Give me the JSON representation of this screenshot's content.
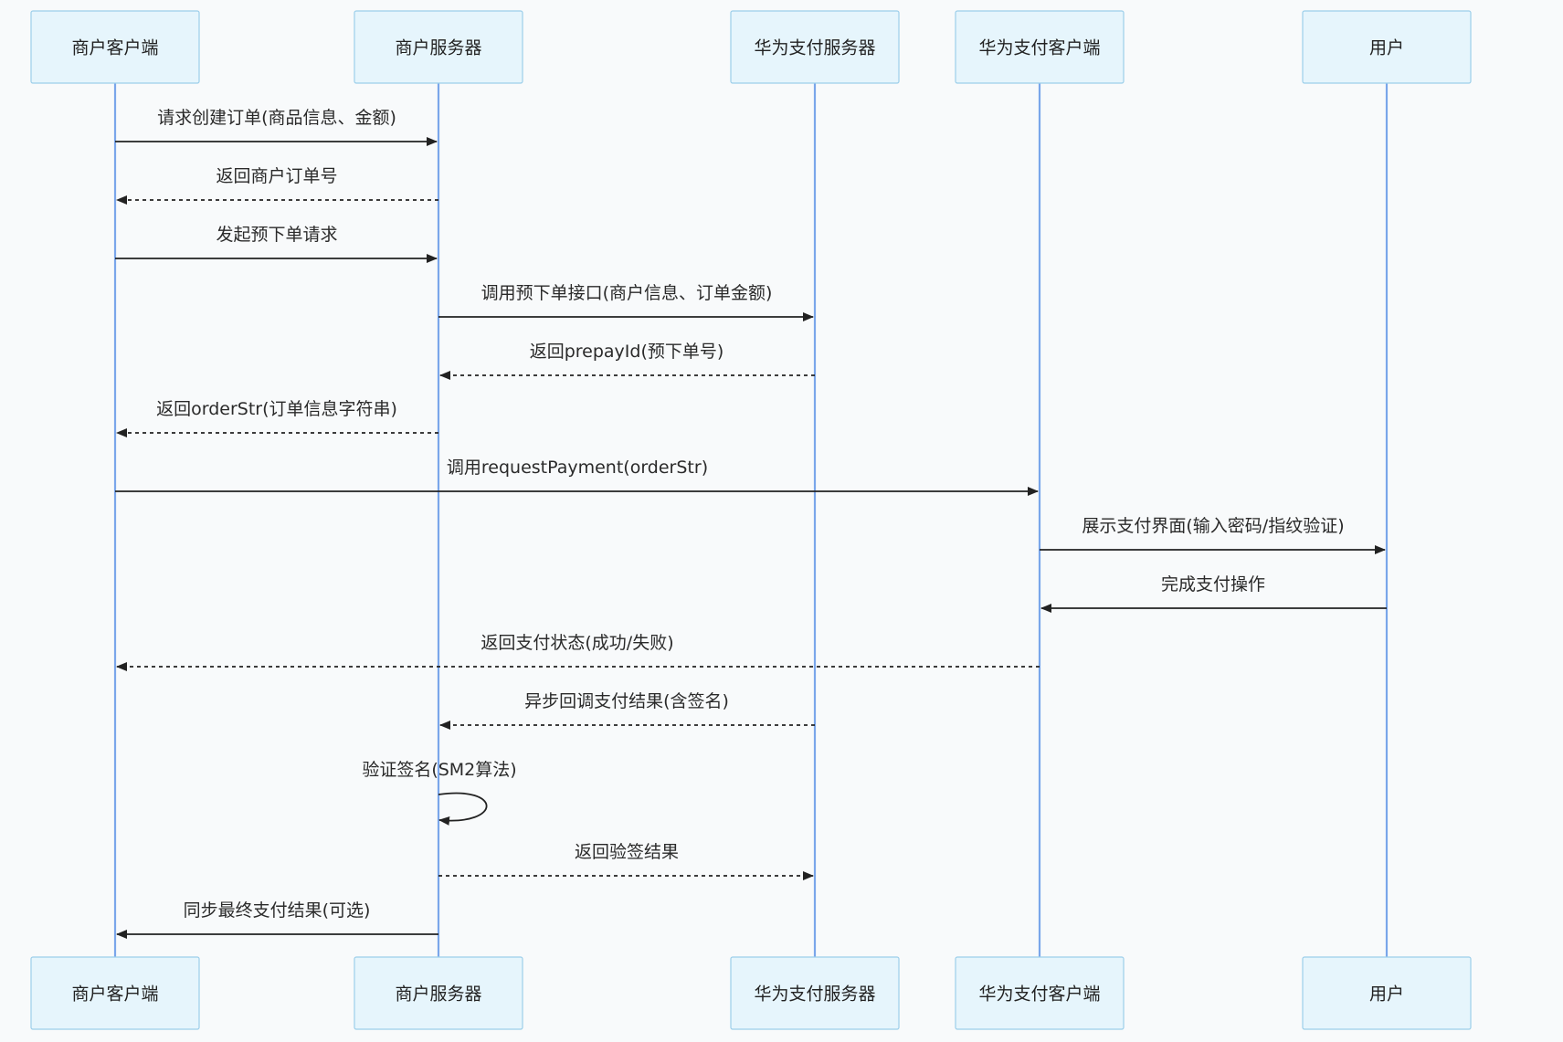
{
  "participants": [
    {
      "id": "merchant_client",
      "label": "商户客户端"
    },
    {
      "id": "merchant_server",
      "label": "商户服务器"
    },
    {
      "id": "huawei_pay_server",
      "label": "华为支付服务器"
    },
    {
      "id": "huawei_pay_client",
      "label": "华为支付客户端"
    },
    {
      "id": "user",
      "label": "用户"
    }
  ],
  "messages": [
    {
      "from": "merchant_client",
      "to": "merchant_server",
      "label": "请求创建订单(商品信息、金额)",
      "style": "solid"
    },
    {
      "from": "merchant_server",
      "to": "merchant_client",
      "label": "返回商户订单号",
      "style": "dashed"
    },
    {
      "from": "merchant_client",
      "to": "merchant_server",
      "label": "发起预下单请求",
      "style": "solid"
    },
    {
      "from": "merchant_server",
      "to": "huawei_pay_server",
      "label": "调用预下单接口(商户信息、订单金额)",
      "style": "solid"
    },
    {
      "from": "huawei_pay_server",
      "to": "merchant_server",
      "label": "返回prepayId(预下单号)",
      "style": "dashed"
    },
    {
      "from": "merchant_server",
      "to": "merchant_client",
      "label": "返回orderStr(订单信息字符串)",
      "style": "dashed"
    },
    {
      "from": "merchant_client",
      "to": "huawei_pay_client",
      "label": "调用requestPayment(orderStr)",
      "style": "solid"
    },
    {
      "from": "huawei_pay_client",
      "to": "user",
      "label": "展示支付界面(输入密码/指纹验证)",
      "style": "solid"
    },
    {
      "from": "user",
      "to": "huawei_pay_client",
      "label": "完成支付操作",
      "style": "solid"
    },
    {
      "from": "huawei_pay_client",
      "to": "merchant_client",
      "label": "返回支付状态(成功/失败)",
      "style": "dashed"
    },
    {
      "from": "huawei_pay_server",
      "to": "merchant_server",
      "label": "异步回调支付结果(含签名)",
      "style": "dashed"
    },
    {
      "from": "merchant_server",
      "to": "merchant_server",
      "label": "验证签名(SM2算法)",
      "style": "solid"
    },
    {
      "from": "merchant_server",
      "to": "huawei_pay_server",
      "label": "返回验签结果",
      "style": "dashed"
    },
    {
      "from": "merchant_server",
      "to": "merchant_client",
      "label": "同步最终支付结果(可选)",
      "style": "solid"
    }
  ]
}
